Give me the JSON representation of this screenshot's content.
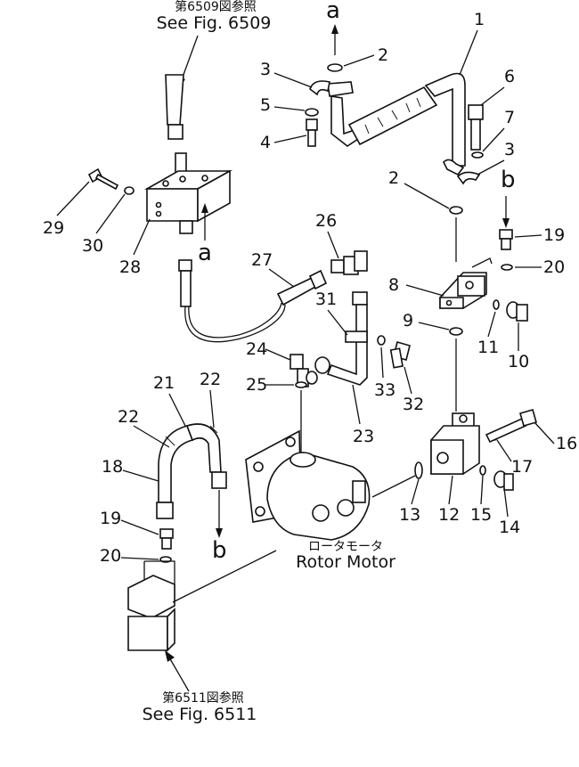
{
  "refs": {
    "top_jp": "第6509図参照",
    "top_en": "See Fig. 6509",
    "bottom_jp": "第6511図参照",
    "bottom_en": "See Fig. 6511"
  },
  "rotor_motor": {
    "jp": "ロータモータ",
    "en": "Rotor Motor"
  },
  "connectors": {
    "a_top": "a",
    "a_left": "a",
    "b_right": "b",
    "b_left": "b"
  },
  "callouts": {
    "n1": "1",
    "n2a": "2",
    "n2b": "2",
    "n3a": "3",
    "n3b": "3",
    "n4": "4",
    "n5": "5",
    "n6": "6",
    "n7": "7",
    "n8": "8",
    "n9": "9",
    "n10": "10",
    "n11": "11",
    "n12": "12",
    "n13": "13",
    "n14": "14",
    "n15": "15",
    "n16": "16",
    "n17": "17",
    "n18": "18",
    "n19a": "19",
    "n19b": "19",
    "n20a": "20",
    "n20b": "20",
    "n21": "21",
    "n22a": "22",
    "n22b": "22",
    "n23": "23",
    "n24": "24",
    "n25": "25",
    "n26": "26",
    "n27": "27",
    "n28": "28",
    "n29": "29",
    "n30": "30",
    "n31": "31",
    "n32": "32",
    "n33": "33"
  }
}
